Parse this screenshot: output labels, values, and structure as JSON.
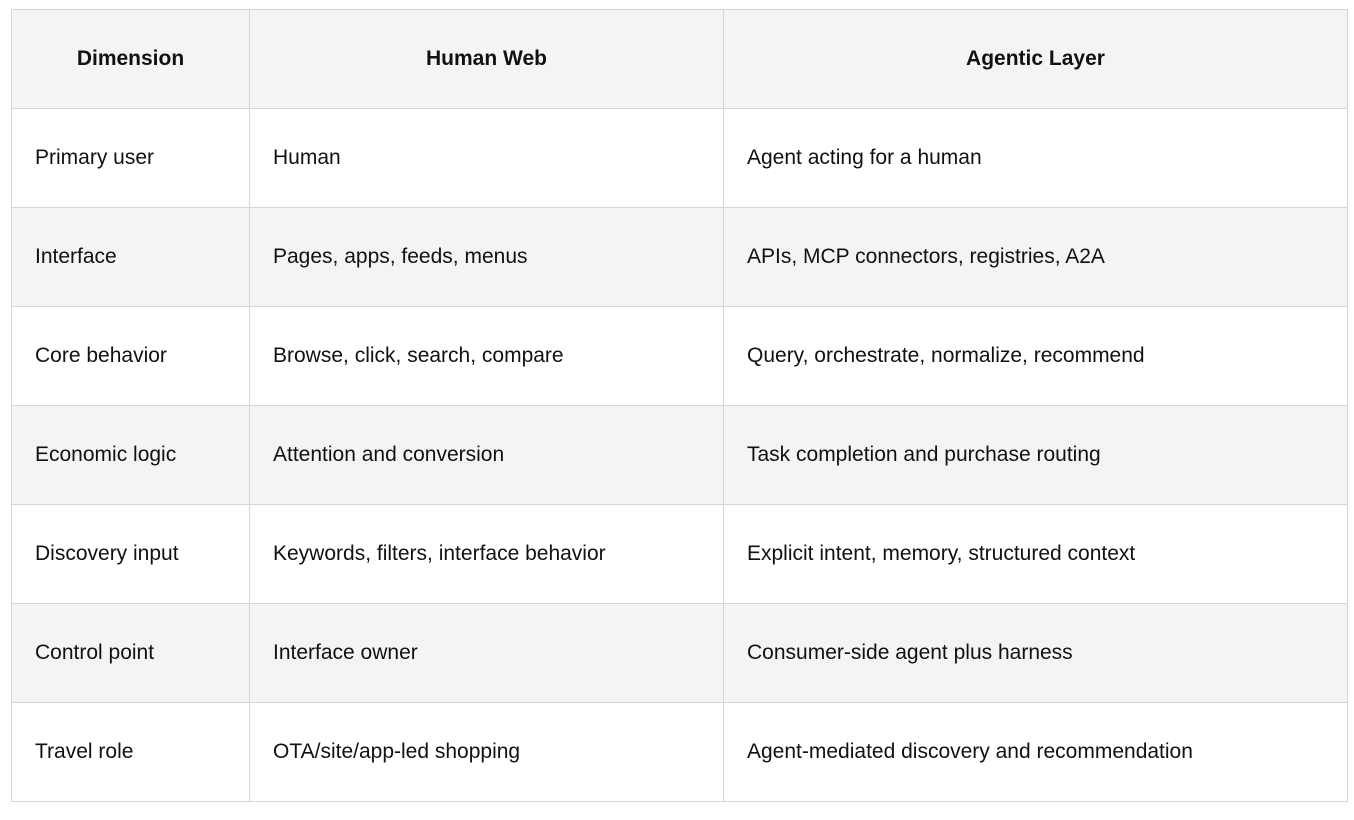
{
  "table": {
    "headers": [
      "Dimension",
      "Human Web",
      "Agentic Layer"
    ],
    "rows": [
      [
        "Primary user",
        "Human",
        "Agent acting for a human"
      ],
      [
        "Interface",
        "Pages, apps, feeds, menus",
        "APIs, MCP connectors, registries, A2A"
      ],
      [
        "Core behavior",
        "Browse, click, search, compare",
        "Query, orchestrate, normalize, recommend"
      ],
      [
        "Economic logic",
        "Attention and conversion",
        "Task completion and purchase routing"
      ],
      [
        "Discovery input",
        "Keywords, filters, interface behavior",
        "Explicit intent, memory, structured context"
      ],
      [
        "Control point",
        "Interface owner",
        "Consumer-side agent plus harness"
      ],
      [
        "Travel role",
        "OTA/site/app-led shopping",
        "Agent-mediated discovery and recommendation"
      ]
    ]
  },
  "colors": {
    "header_bg": "#f4f4f4",
    "stripe_bg": "#f4f4f4",
    "border": "#d6d6d6",
    "text": "#111111"
  }
}
